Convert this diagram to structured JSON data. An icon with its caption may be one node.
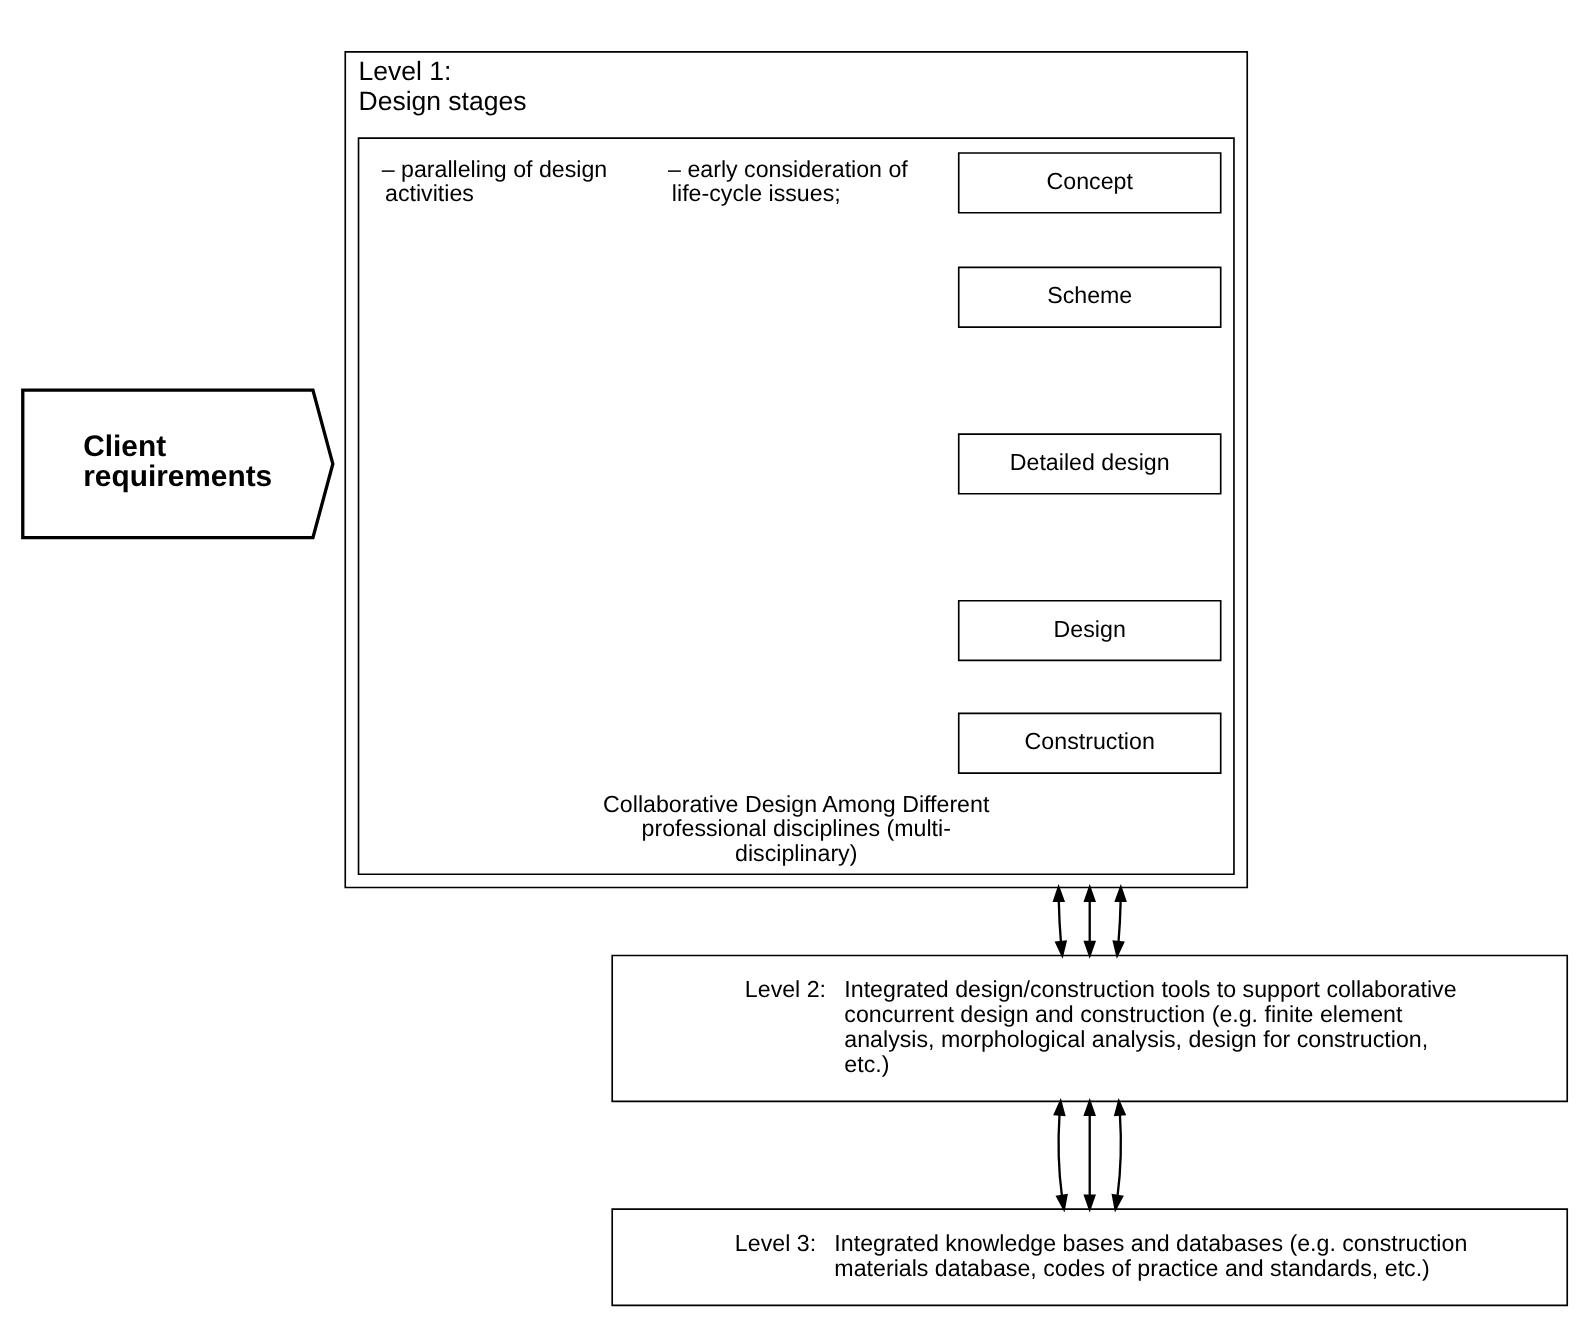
{
  "diagram": {
    "nodes": [
      {
        "text": [
          "Level 1:",
          "Design stages"
        ]
      },
      {
        "text": [
          "Collaborative Design Among Different professional disciplines (multi-disciplinary)"
        ],
        "in": 0
      },
      {
        "text": [
          "Concept"
        ],
        "in": 1
      },
      {
        "text": [
          "Scheme"
        ],
        "in": 1
      },
      {
        "text": [
          "Detailed design"
        ],
        "in": 1
      },
      {
        "text": [
          "Design"
        ],
        "in": 1
      },
      {
        "text": [
          "Construction"
        ],
        "in": 1
      },
      {
        "text": [
          "Client requirements"
        ]
      },
      {
        "text": [
          "Level 2:",
          "Integrated design/construction tools to support collaborative concurrent design and construction (e.g. finite element analysis, morphological analysis, design for construction, etc.)"
        ]
      },
      {
        "text": [
          "Level 3:",
          "Integrated knowledge bases and databases (e.g. construction materials database, codes of practice and standards, etc.)"
        ]
      }
    ],
    "edges": [
      {
        "from": 0,
        "to": 8,
        "arrow": "both"
      },
      {
        "from": 0,
        "to": 8,
        "arrow": "both"
      },
      {
        "from": 0,
        "to": 8,
        "arrow": "both"
      },
      {
        "from": 8,
        "to": 9,
        "arrow": "both"
      },
      {
        "from": 8,
        "to": 9,
        "arrow": "both"
      },
      {
        "from": 8,
        "to": 9,
        "arrow": "both"
      }
    ],
    "labels": [
      "– early consideration of life-cycle issues;",
      "– paralleling of design activities"
    ]
  }
}
